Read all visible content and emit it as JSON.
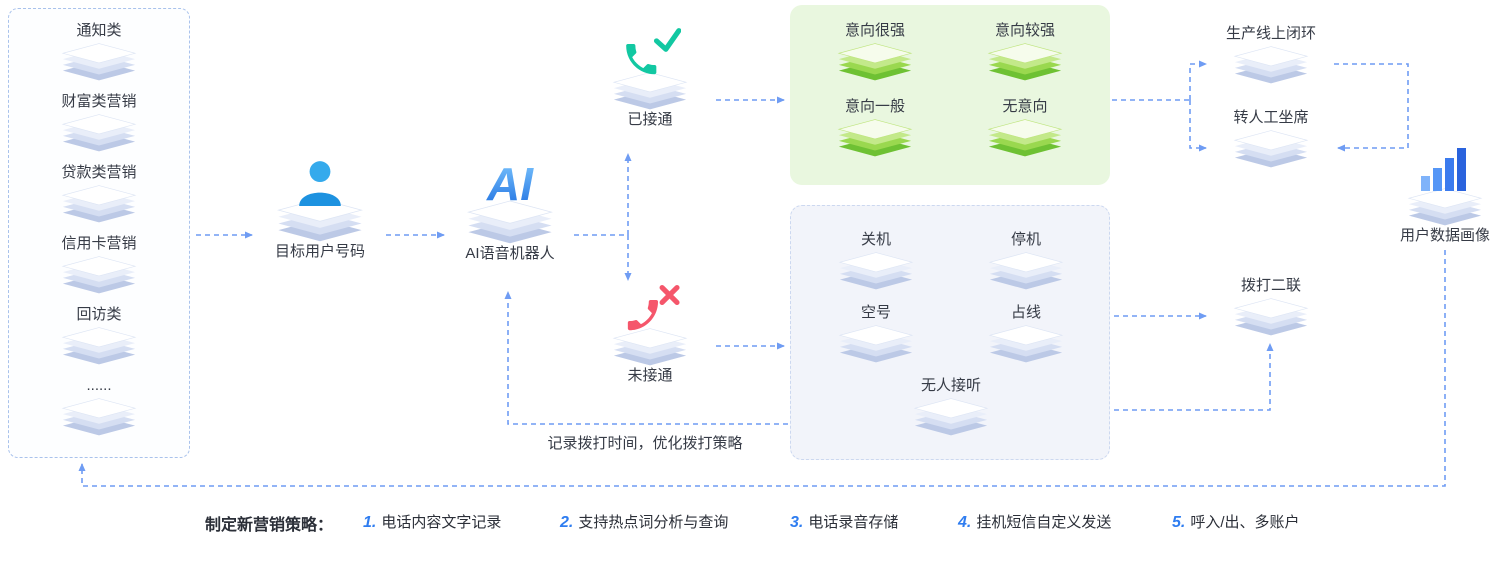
{
  "colors": {
    "arrow_blue": "#6f9cf3",
    "accent_blue": "#2f7df0",
    "intent_panel_bg": "#e9f7df",
    "fail_panel_bg": "#f2f4fa",
    "platform_edge": "#bcc9e6",
    "green_platform_edge": "#6ec133",
    "phone_success": "#12c8a2",
    "phone_fail": "#f5566b",
    "person_blue": "#35aaec"
  },
  "icons": {
    "platform": "isometric-stack",
    "person": "user-silhouette",
    "connected_phone": "phone-with-check",
    "failed_phone": "phone-with-x",
    "ai_badge": "gradient-AI-letters",
    "user_profile": "bar-chart"
  },
  "sidebar": {
    "items": [
      "通知类",
      "财富类营销",
      "贷款类营销",
      "信用卡营销",
      "回访类",
      "......"
    ]
  },
  "flow": {
    "target_number": "目标用户号码",
    "ai_robot": "AI语音机器人",
    "ai_badge": "AI",
    "connected": "已接通",
    "not_connected": "未接通"
  },
  "intent_panel": {
    "items": [
      "意向很强",
      "意向较强",
      "意向一般",
      "无意向"
    ]
  },
  "fail_panel": {
    "items": [
      "关机",
      "停机",
      "空号",
      "占线",
      "无人接听"
    ]
  },
  "right": {
    "production_loop": "生产线上闭环",
    "human_agent": "转人工坐席",
    "second_dial": "拨打二联",
    "user_profile": "用户数据画像"
  },
  "annotations": {
    "optimize": "记录拨打时间，优化拨打策略"
  },
  "strategy": {
    "title": "制定新营销策略：",
    "items": [
      {
        "num": "1.",
        "label": "电话内容文字记录"
      },
      {
        "num": "2.",
        "label": "支持热点词分析与查询"
      },
      {
        "num": "3.",
        "label": "电话录音存储"
      },
      {
        "num": "4.",
        "label": "挂机短信自定义发送"
      },
      {
        "num": "5.",
        "label": "呼入/出、多账户"
      }
    ]
  }
}
